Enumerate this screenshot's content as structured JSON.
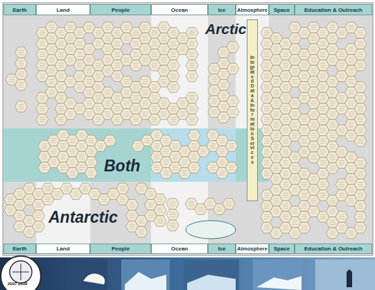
{
  "diagram": {
    "nodes": [
      {
        "text": [
          "Earth"
        ]
      },
      {
        "text": [
          "Land"
        ]
      },
      {
        "text": [
          "People"
        ]
      },
      {
        "text": [
          "Ocean"
        ]
      },
      {
        "text": [
          "Ice"
        ]
      },
      {
        "text": [
          "Atmosphere"
        ]
      },
      {
        "text": [
          "Space"
        ]
      },
      {
        "text": [
          "Education & Outreach"
        ]
      },
      {
        "text": [
          "Earth"
        ]
      },
      {
        "text": [
          "Land"
        ]
      },
      {
        "text": [
          "People"
        ]
      },
      {
        "text": [
          "Ocean"
        ]
      },
      {
        "text": [
          "Ice"
        ]
      },
      {
        "text": [
          "Atmosphere"
        ]
      },
      {
        "text": [
          "Space"
        ]
      },
      {
        "text": [
          "Education & Outreach"
        ]
      },
      {
        "text": [
          "Integrated Data & Information Services"
        ]
      }
    ],
    "labels": [
      "Arctic",
      "Both",
      "Antarctic",
      "2007 2008"
    ]
  }
}
